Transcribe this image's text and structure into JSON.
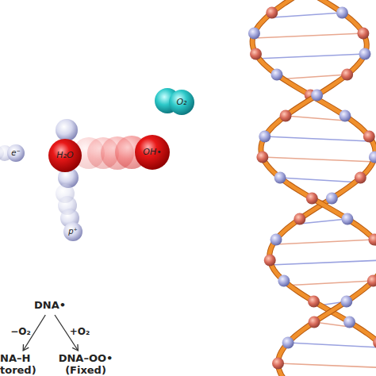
{
  "diagram": {
    "nodes": [
      {
        "text": [
          "e⁻"
        ]
      },
      {
        "text": [
          "H₂O"
        ]
      },
      {
        "text": [
          "OH•"
        ]
      },
      {
        "text": [
          "O₂"
        ]
      },
      {
        "text": [
          "p⁺"
        ]
      },
      {
        "text": [
          "DNA•"
        ]
      },
      {
        "text": [
          "NA–H",
          "tored)"
        ]
      },
      {
        "text": [
          "DNA–OO•",
          "(Fixed)"
        ]
      }
    ],
    "edges": [
      {
        "from": 5,
        "to": 6,
        "label": "−O₂",
        "arrow": "to"
      },
      {
        "from": 5,
        "to": 7,
        "label": "+O₂",
        "arrow": "to"
      }
    ]
  }
}
